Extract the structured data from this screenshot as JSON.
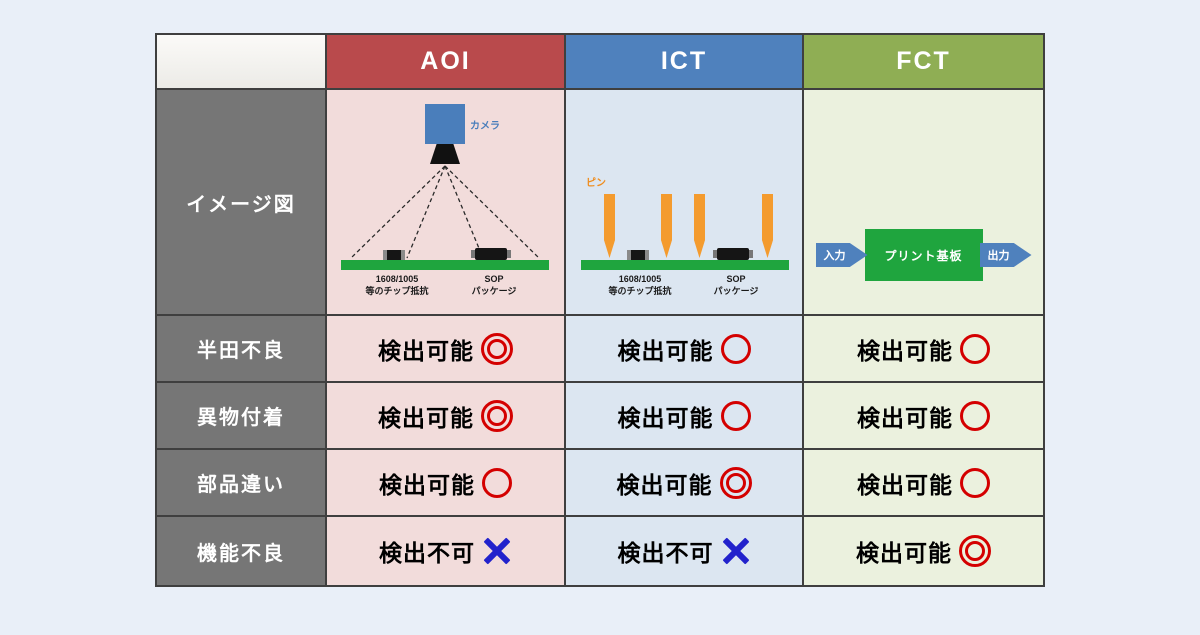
{
  "table": {
    "columns": [
      {
        "id": "aoi",
        "label": "AOI",
        "header_color": "#b94a4c",
        "cell_color": "#f2dcdb"
      },
      {
        "id": "ict",
        "label": "ICT",
        "header_color": "#4f81bd",
        "cell_color": "#dce6f1"
      },
      {
        "id": "fct",
        "label": "FCT",
        "header_color": "#8fae54",
        "cell_color": "#ebf1de"
      }
    ],
    "row_labels": {
      "image": "イメージ図",
      "solder": "半田不良",
      "foreign": "異物付着",
      "wrong_part": "部品違い",
      "malfunction": "機能不良"
    },
    "results": {
      "solder": {
        "aoi": {
          "text": "検出可能",
          "mark": "double-circle"
        },
        "ict": {
          "text": "検出可能",
          "mark": "circle"
        },
        "fct": {
          "text": "検出可能",
          "mark": "circle"
        }
      },
      "foreign": {
        "aoi": {
          "text": "検出可能",
          "mark": "double-circle"
        },
        "ict": {
          "text": "検出可能",
          "mark": "circle"
        },
        "fct": {
          "text": "検出可能",
          "mark": "circle"
        }
      },
      "wrong_part": {
        "aoi": {
          "text": "検出可能",
          "mark": "circle"
        },
        "ict": {
          "text": "検出可能",
          "mark": "double-circle"
        },
        "fct": {
          "text": "検出可能",
          "mark": "circle"
        }
      },
      "malfunction": {
        "aoi": {
          "text": "検出不可",
          "mark": "cross"
        },
        "ict": {
          "text": "検出不可",
          "mark": "cross"
        },
        "fct": {
          "text": "検出可能",
          "mark": "double-circle"
        }
      }
    }
  },
  "diagrams": {
    "aoi": {
      "camera_label": "カメラ"
    },
    "ict": {
      "pin_label": "ピン"
    },
    "board": {
      "chip_line1": "1608/1005",
      "chip_line2": "等のチップ抵抗",
      "sop_line1": "SOP",
      "sop_line2": "パッケージ"
    },
    "fct": {
      "input_label": "入力",
      "board_label": "プリント基板",
      "output_label": "出力"
    }
  },
  "colors": {
    "mark_red": "#d40000",
    "cross_blue": "#2222cc",
    "pcb_green": "#1fa53e",
    "pin_orange": "#f49b2e",
    "camera_blue": "#4a7ebb",
    "row_label_gray": "#767676",
    "border": "#3f3f3f",
    "background": "#e9eff8"
  }
}
